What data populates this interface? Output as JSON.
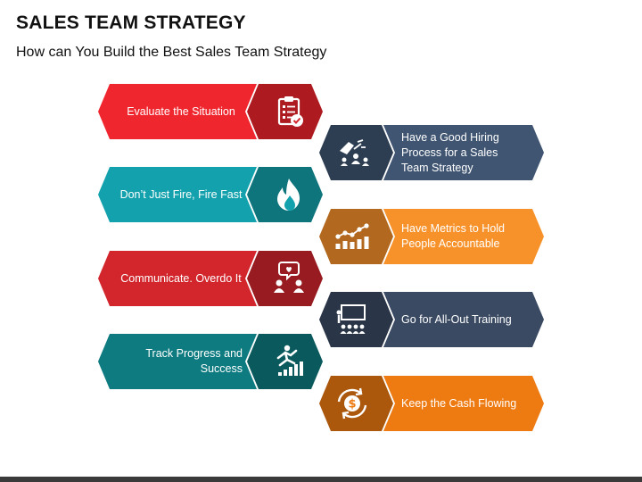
{
  "title": "SALES TEAM STRATEGY",
  "subtitle": "How can You Build the Best Sales Team Strategy",
  "steps": [
    {
      "label": "Evaluate the Situation",
      "icon": "clipboard-check-icon",
      "color": "#f0262e",
      "side": "left"
    },
    {
      "label": "Have a Good Hiring Process for a Sales Team Strategy",
      "icon": "hand-picking-person-icon",
      "color": "#3f5572",
      "side": "right"
    },
    {
      "label": "Don’t Just Fire, Fire Fast",
      "icon": "flame-icon",
      "color": "#13a2ad",
      "side": "left"
    },
    {
      "label": "Have Metrics to Hold People Accountable",
      "icon": "line-bar-chart-icon",
      "color": "#f7922b",
      "side": "right"
    },
    {
      "label": "Communicate. Overdo It",
      "icon": "people-speech-bubble-icon",
      "color": "#d2262c",
      "side": "left"
    },
    {
      "label": "Go for All-Out Training",
      "icon": "presentation-board-icon",
      "color": "#3a4a63",
      "side": "right"
    },
    {
      "label": "Track Progress and Success",
      "icon": "runner-growth-chart-icon",
      "color": "#0e7b80",
      "side": "left"
    },
    {
      "label": "Keep the Cash Flowing",
      "icon": "dollar-cycle-icon",
      "color": "#ee7a12",
      "side": "right"
    }
  ]
}
